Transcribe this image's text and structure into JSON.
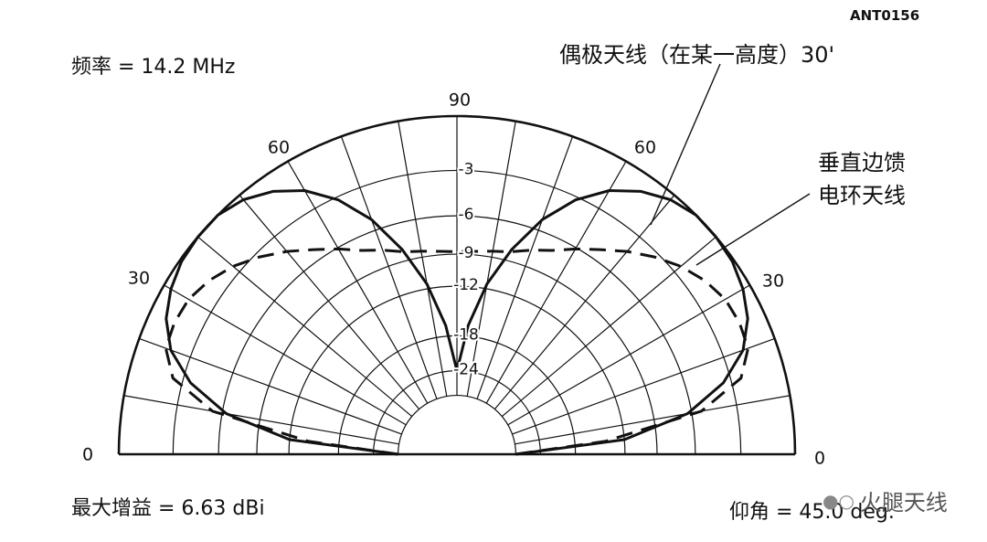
{
  "header": {
    "code": "ANT0156",
    "frequency": "频率 = 14.2 MHz"
  },
  "annotations": {
    "dipole": "偶极天线（在某一高度）30'",
    "loop_line1": "垂直边馈",
    "loop_line2": "电环天线"
  },
  "footer": {
    "max_gain": "最大增益 = 6.63 dBi",
    "elevation": "仰角 = 45.0 deg."
  },
  "watermark": {
    "text": "火腿天线",
    "icon": "wechat-icon"
  },
  "chart_data": {
    "type": "polar",
    "angle_labels": [
      "0",
      "30",
      "60",
      "90",
      "60",
      "30",
      "0"
    ],
    "db_ring_labels": [
      "-3",
      "-6",
      "-9",
      "-12",
      "-18",
      "-24"
    ],
    "db_rings": [
      0,
      -3,
      -6,
      -9,
      -12,
      -18,
      -24,
      -30
    ],
    "series": [
      {
        "name": "偶极天线（在某一高度）30'",
        "style": "dashed",
        "points_deg_db": [
          [
            0,
            -30
          ],
          [
            5,
            -14
          ],
          [
            10,
            -5.3
          ],
          [
            15,
            -2.4
          ],
          [
            20,
            -1.5
          ],
          [
            25,
            -1.4
          ],
          [
            30,
            -1.5
          ],
          [
            35,
            -1.9
          ],
          [
            40,
            -2.5
          ],
          [
            45,
            -3.3
          ],
          [
            50,
            -4.2
          ],
          [
            55,
            -5.2
          ],
          [
            60,
            -6.1
          ],
          [
            65,
            -7.0
          ],
          [
            70,
            -7.6
          ],
          [
            75,
            -8.2
          ],
          [
            80,
            -8.5
          ],
          [
            85,
            -8.7
          ],
          [
            90,
            -8.8
          ]
        ]
      },
      {
        "name": "垂直边馈电环天线",
        "style": "solid",
        "points_deg_db": [
          [
            0,
            -30
          ],
          [
            5,
            -12
          ],
          [
            10,
            -6.3
          ],
          [
            15,
            -3.5
          ],
          [
            20,
            -1.8
          ],
          [
            25,
            -0.9
          ],
          [
            30,
            -0.4
          ],
          [
            35,
            -0.1
          ],
          [
            40,
            0
          ],
          [
            45,
            0
          ],
          [
            50,
            -0.3
          ],
          [
            55,
            -0.9
          ],
          [
            60,
            -1.8
          ],
          [
            65,
            -3.2
          ],
          [
            70,
            -5.2
          ],
          [
            75,
            -8.0
          ],
          [
            80,
            -11.5
          ],
          [
            85,
            -16.5
          ],
          [
            90,
            -24
          ]
        ]
      }
    ]
  }
}
